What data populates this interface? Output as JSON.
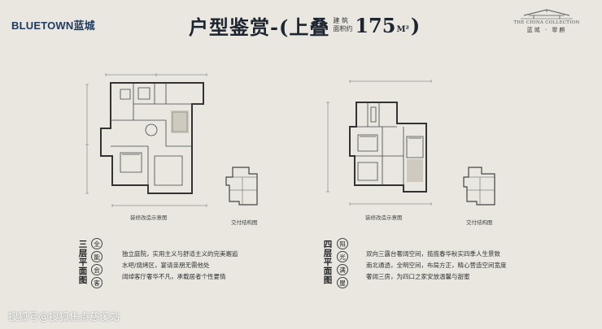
{
  "brand": {
    "logo_text": "BLUETOWN蓝城"
  },
  "title": {
    "main": "户型鉴赏-(上叠",
    "area_label_top": "建 筑",
    "area_label_bottom": "面积约",
    "area_value": "175",
    "area_unit": "M²",
    "close_paren": ")"
  },
  "collection_logo": {
    "english": "THE CHINA COLLECTION",
    "chinese": "蓝城 · 霏麒"
  },
  "floor3": {
    "title_chars": [
      "三",
      "层",
      "平",
      "面",
      "图"
    ],
    "seal_chars": [
      "全",
      "能",
      "会",
      "客"
    ],
    "plan_caption": "装修改造示意图",
    "delivery_caption": "交付结构图",
    "description": [
      "独立庭院，实用主义与舒适主义的完美邂逅",
      "水吧/烧烤区，宴请亲朋无需他处",
      "阔绰客厅奢华不凡，承载居者个性要情"
    ]
  },
  "floor4": {
    "title_chars": [
      "四",
      "层",
      "平",
      "面",
      "图"
    ],
    "seal_chars": [
      "阳",
      "光",
      "满",
      "屋"
    ],
    "plan_caption": "装修改造示意图",
    "delivery_caption": "交付结构图",
    "description": [
      "双向三露台奢阔空间，揽揽春华秋实四季人生景致",
      "南北通透，全明空间，布局方正，精心营造空间宽度",
      "奢阔三房，为四口之家安放温馨与甜蜜"
    ]
  },
  "watermark": "搜狐号@搜狐焦点慈溪站",
  "colors": {
    "background": "#e9e7e0",
    "brand": "#1f3a5f",
    "lines": "#555555"
  }
}
